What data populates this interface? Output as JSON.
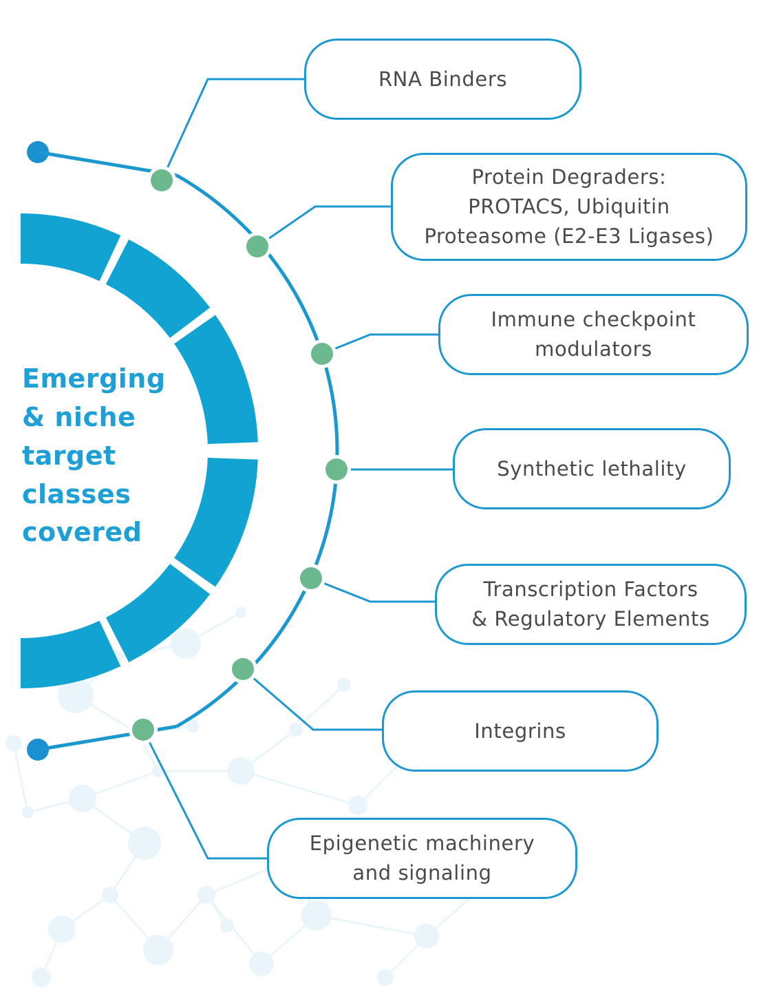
{
  "heading": {
    "lines": [
      "Emerging",
      "& niche",
      "target",
      "classes",
      "covered"
    ]
  },
  "items": [
    {
      "id": "rna-binders",
      "lines": [
        "RNA Binders"
      ]
    },
    {
      "id": "protein-degraders",
      "lines": [
        "Protein Degraders:",
        "PROTACS, Ubiquitin",
        "Proteasome (E2-E3 Ligases)"
      ]
    },
    {
      "id": "immune-checkpoint",
      "lines": [
        "Immune checkpoint",
        "modulators"
      ]
    },
    {
      "id": "synthetic-lethality",
      "lines": [
        "Synthetic lethality"
      ]
    },
    {
      "id": "transcription-factors",
      "lines": [
        "Transcription Factors",
        "& Regulatory Elements"
      ]
    },
    {
      "id": "integrins",
      "lines": [
        "Integrins"
      ]
    },
    {
      "id": "epigenetic",
      "lines": [
        "Epigenetic machinery",
        "and signaling"
      ]
    }
  ],
  "colors": {
    "arc_blue": "#1a98cf",
    "segment_blue": "#11a3d2",
    "node_green": "#6cb88f",
    "end_dot_blue": "#1a90d0",
    "heading_blue": "#1ea0d6",
    "text_gray": "#4a4a4a",
    "molecule_bg": "#e9f5fa"
  }
}
